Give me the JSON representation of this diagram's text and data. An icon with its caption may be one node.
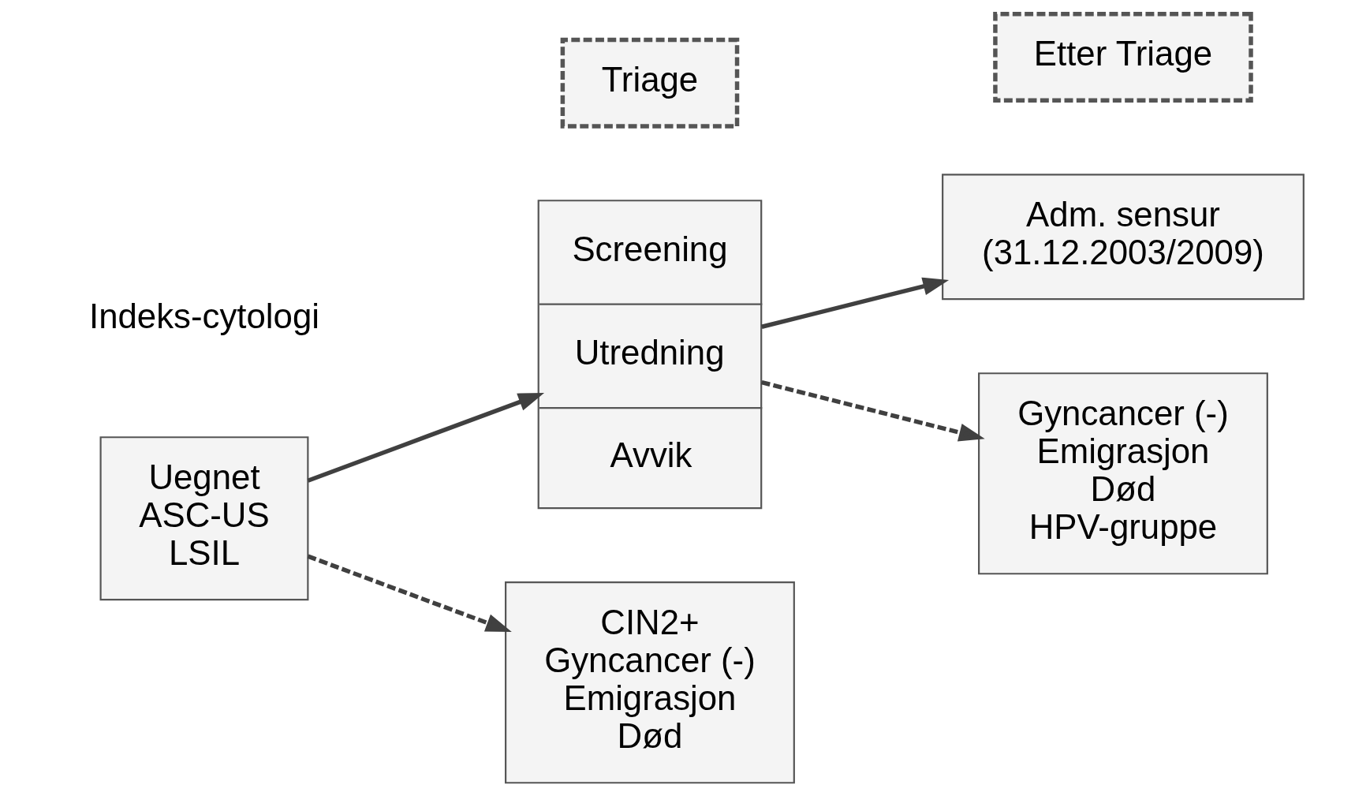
{
  "diagram": {
    "nodes": [
      {
        "text": [
          "Uegnet",
          "ASC-US",
          "LSIL"
        ]
      },
      {
        "text": [
          "Triage"
        ]
      },
      {
        "text": [
          "Screening",
          "Utredning",
          "Avvik"
        ]
      },
      {
        "text": [
          "CIN2+",
          "Gyncancer (-)",
          "Emigrasjon",
          "Død"
        ]
      },
      {
        "text": [
          "Etter Triage"
        ]
      },
      {
        "text": [
          "Adm. sensur",
          "(31.12.2003/2009)"
        ]
      },
      {
        "text": [
          "Gyncancer (-)",
          "Emigrasjon",
          "Død",
          "HPV-gruppe"
        ]
      }
    ],
    "edges": [
      {
        "from": 0,
        "to": 2,
        "arrow": "to"
      },
      {
        "from": 0,
        "to": 3,
        "arrow": "to",
        "style": "dashed"
      },
      {
        "from": 2,
        "to": 5,
        "arrow": "to"
      },
      {
        "from": 2,
        "to": 6,
        "arrow": "to",
        "style": "dashed"
      }
    ],
    "labels": [
      "Indeks-cytologi"
    ]
  }
}
